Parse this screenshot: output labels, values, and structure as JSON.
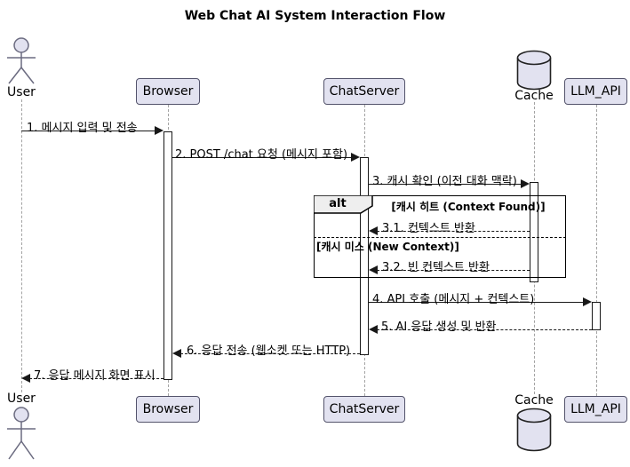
{
  "title": "Web Chat AI System Interaction Flow",
  "participants": [
    {
      "id": "user",
      "label": "User",
      "type": "actor"
    },
    {
      "id": "browser",
      "label": "Browser",
      "type": "participant"
    },
    {
      "id": "chatserver",
      "label": "ChatServer",
      "type": "participant"
    },
    {
      "id": "cache",
      "label": "Cache",
      "type": "database"
    },
    {
      "id": "llm_api",
      "label": "LLM_API",
      "type": "participant"
    }
  ],
  "messages": [
    {
      "label": "1. 메시지 입력 및 전송",
      "from": "User",
      "to": "Browser",
      "line": "solid"
    },
    {
      "label": "2. POST /chat 요청 (메시지 포함)",
      "from": "Browser",
      "to": "ChatServer",
      "line": "solid"
    },
    {
      "label": "3. 캐시 확인 (이전 대화 맥락)",
      "from": "ChatServer",
      "to": "Cache",
      "line": "solid"
    },
    {
      "label": "3.1. 컨텍스트 반환",
      "from": "Cache",
      "to": "ChatServer",
      "line": "dashed"
    },
    {
      "label": "3.2. 빈 컨텍스트 반환",
      "from": "Cache",
      "to": "ChatServer",
      "line": "dashed"
    },
    {
      "label": "4. API 호출 (메시지 + 컨텍스트)",
      "from": "ChatServer",
      "to": "LLM_API",
      "line": "solid"
    },
    {
      "label": "5. AI 응답 생성 및 반환",
      "from": "LLM_API",
      "to": "ChatServer",
      "line": "dashed"
    },
    {
      "label": "6. 응답 전송 (웹소켓 또는 HTTP)",
      "from": "ChatServer",
      "to": "Browser",
      "line": "dashed"
    },
    {
      "label": "7. 응답 메시지 화면 표시",
      "from": "Browser",
      "to": "User",
      "line": "dashed"
    }
  ],
  "alt_frame": {
    "operator": "alt",
    "guard_hit": "[캐시 히트 (Context Found)]",
    "guard_miss": "[캐시 미스 (New Context)]"
  },
  "colors": {
    "participant_fill": "#E2E2F0",
    "participant_border": "#53536B",
    "frame_border": "#000000",
    "operator_fill": "#EEEEEE",
    "lifeline": "#A3A3A3",
    "arrow": "#181818",
    "background": "#FFFFFF"
  }
}
